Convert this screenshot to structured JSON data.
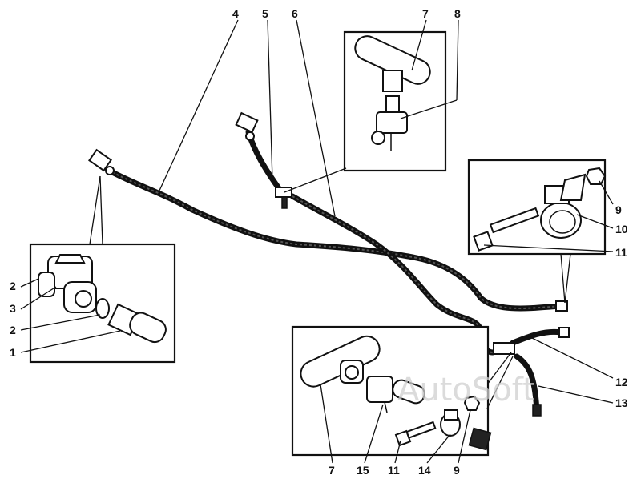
{
  "watermark": "AutoSoft",
  "callouts": {
    "c1": "1",
    "c2a": "2",
    "c2b": "2",
    "c3": "3",
    "c4": "4",
    "c5": "5",
    "c6": "6",
    "c7a": "7",
    "c8": "8",
    "c9a": "9",
    "c10": "10",
    "c11a": "11",
    "c12": "12",
    "c13": "13",
    "c7b": "7",
    "c15": "15",
    "c11b": "11",
    "c14": "14",
    "c9b": "9"
  }
}
